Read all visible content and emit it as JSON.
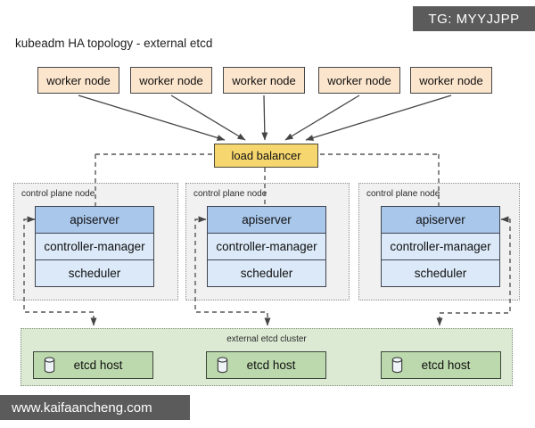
{
  "badge": {
    "text": "TG: MYYJJPP"
  },
  "title": "kubeadm HA topology - external etcd",
  "workers": {
    "items": [
      "worker node",
      "worker node",
      "worker node",
      "worker node",
      "worker node"
    ]
  },
  "load_balancer": {
    "label": "load balancer"
  },
  "control_planes": {
    "items": [
      {
        "label": "control plane node",
        "components": [
          "apiserver",
          "controller-manager",
          "scheduler"
        ]
      },
      {
        "label": "control plane node",
        "components": [
          "apiserver",
          "controller-manager",
          "scheduler"
        ]
      },
      {
        "label": "control plane node",
        "components": [
          "apiserver",
          "controller-manager",
          "scheduler"
        ]
      }
    ]
  },
  "etcd": {
    "cluster_label": "external etcd cluster",
    "hosts": [
      "etcd host",
      "etcd host",
      "etcd host"
    ]
  },
  "watermark": {
    "text": "www.kaifaancheng.com"
  },
  "colors": {
    "worker_fill": "#fce5cd",
    "load_balancer_fill": "#f6d66e",
    "apiserver_fill": "#a9c7eb",
    "component_fill": "#dbe9f8",
    "control_plane_fill": "#f1f1f1",
    "etcd_cluster_fill": "#dcead3",
    "etcd_host_fill": "#bcd9ad",
    "dark_bar_bg": "#5b5b5b",
    "connector": "#555555"
  }
}
